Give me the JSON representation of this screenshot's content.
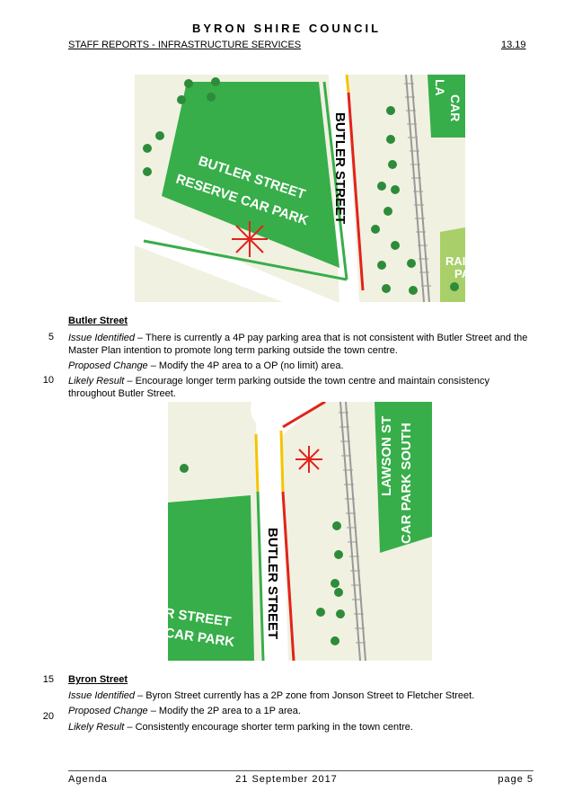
{
  "header": {
    "council": "BYRON SHIRE COUNCIL",
    "section": "STAFF REPORTS - INFRASTRUCTURE SERVICES",
    "ref": "13.19"
  },
  "map1": {
    "car_park_line1": "BUTLER STREET",
    "car_park_line2": "RESERVE CAR PARK",
    "street": "BUTLER STREET",
    "lawson_fragment_1": "LA",
    "lawson_fragment_2": "CAR",
    "rail_fragment_1": "RAI",
    "rail_fragment_2": "PA"
  },
  "butler": {
    "title": "Butler Street",
    "issue_label": "Issue Identified",
    "issue_text": " – There is currently a 4P pay parking area that is not consistent with Butler Street and the Master Plan intention to promote long term parking outside the town centre.",
    "change_label": "Proposed Change",
    "change_text": " – Modify the 4P area to a OP (no limit) area.",
    "result_label": "Likely Result",
    "result_text": " – Encourage longer term parking outside the town centre and maintain consistency throughout Butler Street."
  },
  "map2": {
    "street": "BUTLER STREET",
    "lawson_line1": "LAWSON ST",
    "lawson_line2": "CAR PARK SOUTH",
    "fragment_line1": "R STREET",
    "fragment_line2": "CAR PARK"
  },
  "byron": {
    "title": "Byron Street",
    "issue_label": "Issue Identified",
    "issue_text": " – Byron Street currently has a 2P zone from Jonson Street to Fletcher Street.",
    "change_label": "Proposed Change",
    "change_text": " – Modify the 2P area to a 1P area.",
    "result_label": "Likely Result",
    "result_text": " – Consistently encourage shorter term parking in the town centre."
  },
  "line_numbers": [
    "5",
    "10",
    "15",
    "20"
  ],
  "footer": {
    "left": "Agenda",
    "center": "21 September 2017",
    "right": "page 5"
  },
  "colors": {
    "park_green": "#37ae49",
    "background": "#f1f1e2",
    "no_stopping_red": "#e2231a",
    "yellow_zone": "#f5c400"
  }
}
